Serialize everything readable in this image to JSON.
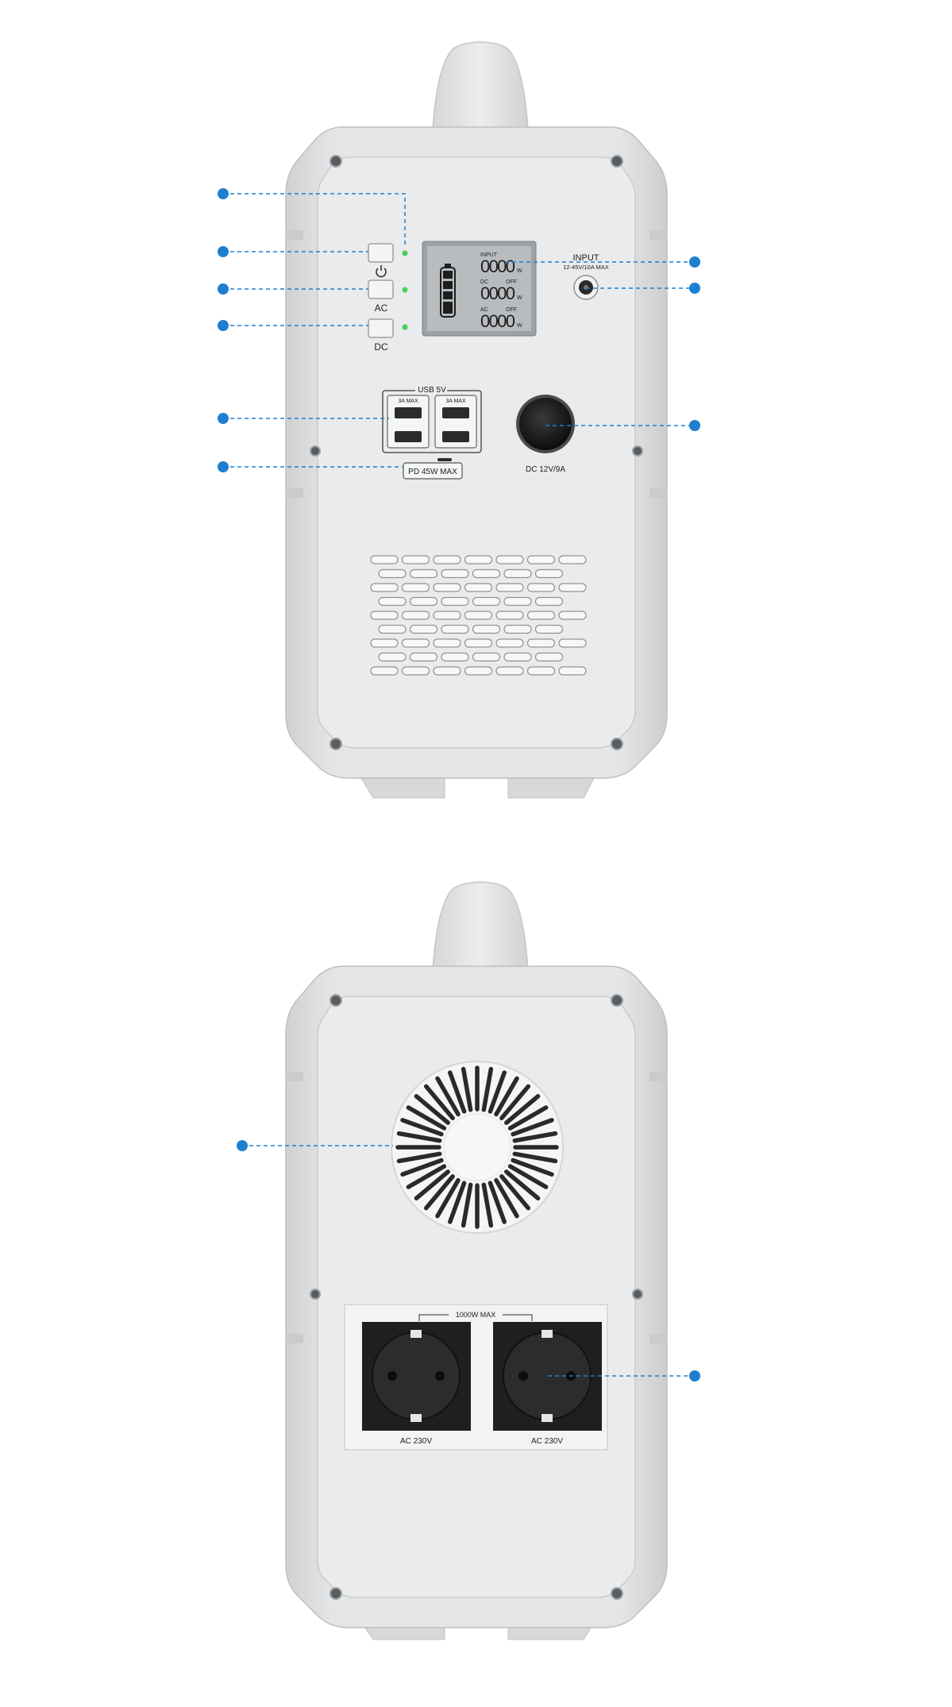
{
  "front": {
    "buttons": {
      "ac": "AC",
      "dc": "DC"
    },
    "lcd": {
      "input_label": "INPUT",
      "dc_label": "DC",
      "dc_status": "OFF",
      "ac_label": "AC",
      "ac_status": "OFF",
      "digits": "0000",
      "unit": "W"
    },
    "input_port": {
      "title": "INPUT",
      "spec": "12-45V/10A MAX"
    },
    "usb": {
      "title": "USB 5V",
      "left_max": "3A MAX",
      "right_max": "3A MAX",
      "pd_label": "PD 45W MAX"
    },
    "dc_port_label": "DC 12V/9A"
  },
  "back": {
    "outlet_max": "1000W MAX",
    "outlets": [
      {
        "label": "AC 230V"
      },
      {
        "label": "AC 230V"
      }
    ]
  },
  "callouts": {
    "fan": "Cooling fan"
  },
  "colors": {
    "callout_blue": "#1e7fd0",
    "body_grey": "#e2e4e6",
    "panel_grey": "#eaebec",
    "indicator_green": "#46d05a",
    "lcd_grey": "#b9bcbe",
    "socket_black": "#1f1f1f"
  }
}
